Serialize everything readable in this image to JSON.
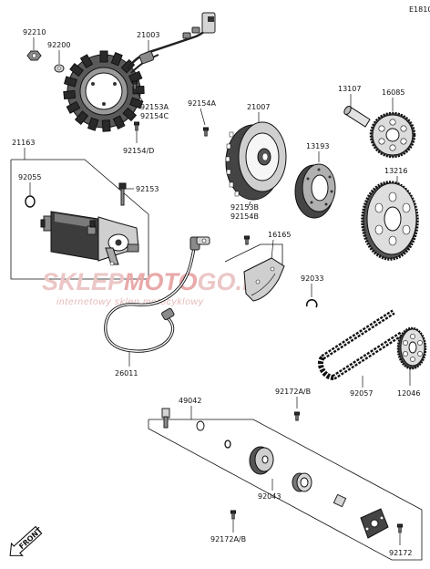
{
  "diagram": {
    "code": "E1810",
    "front_label": "FRONT",
    "watermark": {
      "brand_a": "SKLEP",
      "brand_b": "MOTO",
      "brand_c": "GO",
      "brand_d": ".PL",
      "tagline": "internetowy sklep motocyklowy"
    },
    "labels": {
      "p92210": "92210",
      "p92200": "92200",
      "p21003": "21003",
      "p92153A": "92153A",
      "p92154C": "92154C",
      "p92154D": "92154/D",
      "p92154A": "92154A",
      "p21007": "21007",
      "p13107": "13107",
      "p16085": "16085",
      "p13193": "13193",
      "p13216": "13216",
      "p21163": "21163",
      "p92055": "92055",
      "p92153": "92153",
      "p92153B": "92153B",
      "p92154B": "92154B",
      "p16165": "16165",
      "p92033": "92033",
      "p26011": "26011",
      "p92057": "92057",
      "p12046": "12046",
      "p49042": "49042",
      "p92172AB_top": "92172A/B",
      "p92043": "92043",
      "p92172AB_bottom": "92172A/B",
      "p92172": "92172"
    }
  }
}
